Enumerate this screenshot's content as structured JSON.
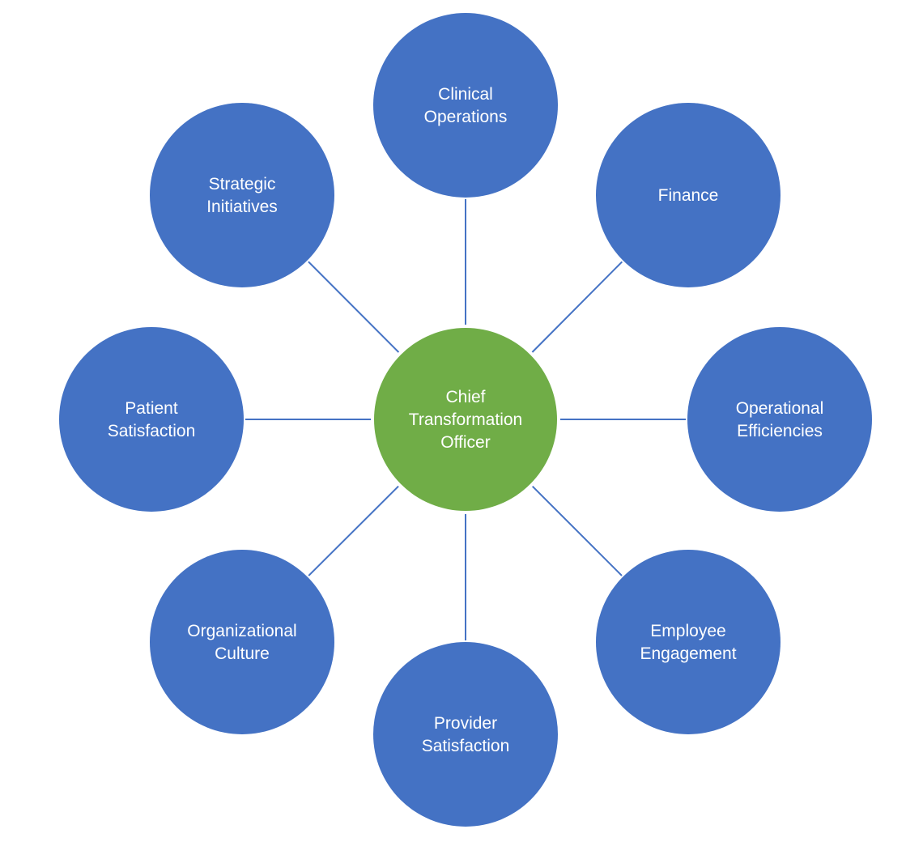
{
  "colors": {
    "outer_node": "#4472c4",
    "center_node": "#70ad47",
    "connector": "#4472c4",
    "label": "#ffffff"
  },
  "center": {
    "lines": [
      "Chief",
      "Transformation",
      "Officer"
    ]
  },
  "nodes": [
    {
      "id": "clinical-operations",
      "lines": [
        "Clinical",
        "Operations"
      ]
    },
    {
      "id": "finance",
      "lines": [
        "Finance"
      ]
    },
    {
      "id": "operational-efficiencies",
      "lines": [
        "Operational",
        "Efficiencies"
      ]
    },
    {
      "id": "employee-engagement",
      "lines": [
        "Employee",
        "Engagement"
      ]
    },
    {
      "id": "provider-satisfaction",
      "lines": [
        "Provider",
        "Satisfaction"
      ]
    },
    {
      "id": "organizational-culture",
      "lines": [
        "Organizational",
        "Culture"
      ]
    },
    {
      "id": "patient-satisfaction",
      "lines": [
        "Patient",
        "Satisfaction"
      ]
    },
    {
      "id": "strategic-initiatives",
      "lines": [
        "Strategic",
        "Initiatives"
      ]
    }
  ]
}
